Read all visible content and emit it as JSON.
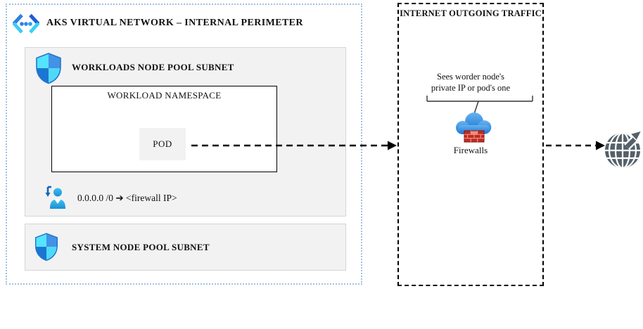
{
  "colors": {
    "vnet_border": "#9fc2e3",
    "subnet_fill": "#f2f2f2",
    "subnet_border": "#d6d6d6",
    "pod_fill": "#f2f2f2",
    "line_black": "#000000",
    "shield_cyan": "#54e4ff",
    "shield_blue": "#4392e5",
    "shield_dark_blue": "#1b76d2",
    "shield_cyan2": "#4fd9f8",
    "person_blue": "#2aa9e1",
    "cloud_blue_top": "#66b2f0",
    "cloud_blue_bottom": "#1e78d2",
    "brick_red": "#bf2d22",
    "globe_gray": "#566069",
    "vnet_icon_blue": "#2e7fe3",
    "vnet_icon_cyan": "#3fcbf2",
    "vnet_icon_dark": "#1d5ed6"
  },
  "aks": {
    "title": "AKS VIRTUAL NETWORK – INTERNAL PERIMETER",
    "workloads_subnet": {
      "label": "WORKLOADS NODE POOL SUBNET",
      "namespace_title": "WORKLOAD NAMESPACE",
      "pod_label": "POD",
      "route_text": "0.0.0.0 /0 ➔ <firewall IP>"
    },
    "system_subnet": {
      "label": "SYSTEM NODE POOL SUBNET"
    }
  },
  "internet": {
    "title": "INTERNET OUTGOING TRAFFIC",
    "note_line1": "Sees worder node's",
    "note_line2": "private IP or pod's one",
    "firewall_label": "Firewalls"
  },
  "icons": {
    "vnet": "virtual-network-icon",
    "workloads_shield": "subnet-shield-icon",
    "system_shield": "subnet-shield-icon",
    "route": "route-user-icon",
    "firewall_cloud": "firewall-cloud-icon",
    "globe": "internet-globe-icon"
  }
}
